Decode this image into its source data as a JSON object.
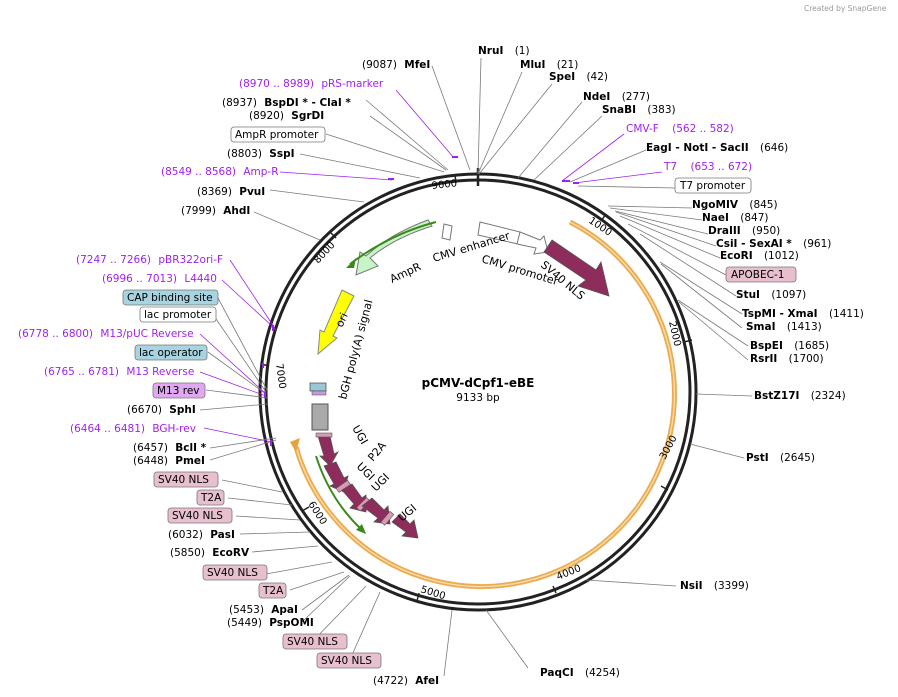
{
  "watermark": "Created by SnapGene",
  "plasmid": {
    "name": "pCMV-dCpf1-eBE",
    "length_label": "9133 bp",
    "length": 9133
  },
  "ticks": [
    "1000",
    "2000",
    "3000",
    "4000",
    "5000",
    "6000",
    "7000",
    "8000",
    "9000"
  ],
  "features": [
    {
      "label": "CMV enhancer"
    },
    {
      "label": "CMV promoter"
    },
    {
      "label": "SV40 NLS"
    },
    {
      "label": "AmpR"
    },
    {
      "label": "ori"
    },
    {
      "label": "bGH poly(A) signal"
    },
    {
      "label": "UGI"
    },
    {
      "label": "P2A"
    },
    {
      "label": "UGI"
    },
    {
      "label": "UGI"
    },
    {
      "label": "UGI"
    }
  ],
  "enzymes": [
    {
      "name": "NruI",
      "pos": "(1)"
    },
    {
      "name": "MluI",
      "pos": "(21)"
    },
    {
      "name": "SpeI",
      "pos": "(42)"
    },
    {
      "name": "NdeI",
      "pos": "(277)"
    },
    {
      "name": "SnaBI",
      "pos": "(383)"
    },
    {
      "name": "EagI - NotI - SacII",
      "pos": "(646)"
    },
    {
      "name": "NgoMIV",
      "pos": "(845)"
    },
    {
      "name": "NaeI",
      "pos": "(847)"
    },
    {
      "name": "DraIII",
      "pos": "(950)"
    },
    {
      "name": "CsiI - SexAI *",
      "pos": "(961)"
    },
    {
      "name": "EcoRI",
      "pos": "(1012)"
    },
    {
      "name": "StuI",
      "pos": "(1097)"
    },
    {
      "name": "TspMI - XmaI",
      "pos": "(1411)"
    },
    {
      "name": "SmaI",
      "pos": "(1413)"
    },
    {
      "name": "BspEI",
      "pos": "(1685)"
    },
    {
      "name": "RsrII",
      "pos": "(1700)"
    },
    {
      "name": "BstZ17I",
      "pos": "(2324)"
    },
    {
      "name": "PstI",
      "pos": "(2645)"
    },
    {
      "name": "NsiI",
      "pos": "(3399)"
    },
    {
      "name": "PaqCI",
      "pos": "(4254)"
    },
    {
      "name": "AfeI",
      "pos": "(4722)"
    },
    {
      "name": "PspOMI",
      "pos": "(5449)"
    },
    {
      "name": "ApaI",
      "pos": "(5453)"
    },
    {
      "name": "EcoRV",
      "pos": "(5850)"
    },
    {
      "name": "PasI",
      "pos": "(6032)"
    },
    {
      "name": "PmeI",
      "pos": "(6448)"
    },
    {
      "name": "BclI *",
      "pos": "(6457)"
    },
    {
      "name": "SphI",
      "pos": "(6670)"
    },
    {
      "name": "AhdI",
      "pos": "(7999)"
    },
    {
      "name": "PvuI",
      "pos": "(8369)"
    },
    {
      "name": "SspI",
      "pos": "(8803)"
    },
    {
      "name": "SgrDI",
      "pos": "(8920)"
    },
    {
      "name": "BspDI * - ClaI *",
      "pos": "(8937)"
    },
    {
      "name": "MfeI",
      "pos": "(9087)"
    }
  ],
  "primers": [
    {
      "name": "CMV-F",
      "range": "(562 .. 582)"
    },
    {
      "name": "T7",
      "range": "(653 .. 672)"
    },
    {
      "name": "pRS-marker",
      "range": "(8970 .. 8989)"
    },
    {
      "name": "Amp-R",
      "range": "(8549 .. 8568)"
    },
    {
      "name": "pBR322ori-F",
      "range": "(7247 .. 7266)"
    },
    {
      "name": "L4440",
      "range": "(6996 .. 7013)"
    },
    {
      "name": "M13/pUC Reverse",
      "range": "(6778 .. 6800)"
    },
    {
      "name": "M13 Reverse",
      "range": "(6765 .. 6781)"
    },
    {
      "name": "BGH-rev",
      "range": "(6464 .. 6481)"
    }
  ],
  "boxes": [
    {
      "label": "T7 promoter",
      "style": "white"
    },
    {
      "label": "APOBEC-1",
      "style": "pink"
    },
    {
      "label": "AmpR promoter",
      "style": "white"
    },
    {
      "label": "CAP binding site",
      "style": "blue"
    },
    {
      "label": "lac promoter",
      "style": "white"
    },
    {
      "label": "lac operator",
      "style": "blue"
    },
    {
      "label": "M13 rev",
      "style": "violet"
    },
    {
      "label": "SV40 NLS",
      "style": "pink"
    },
    {
      "label": "T2A",
      "style": "pink"
    },
    {
      "label": "SV40 NLS",
      "style": "pink"
    },
    {
      "label": "SV40 NLS",
      "style": "pink"
    },
    {
      "label": "T2A",
      "style": "pink"
    },
    {
      "label": "SV40 NLS",
      "style": "pink"
    },
    {
      "label": "SV40 NLS",
      "style": "pink"
    }
  ],
  "colors": {
    "backbone": "#222222",
    "cds_orange": "#e9a23b",
    "nls_maroon": "#8e2c5b",
    "ampr_green": "#c8f5c8",
    "ori_yellow": "#ffff00",
    "primer_purple": "#a020f0",
    "box_pink": "#e8bfcf",
    "box_blue": "#a8d3e0",
    "box_violet": "#e0a8f0"
  }
}
